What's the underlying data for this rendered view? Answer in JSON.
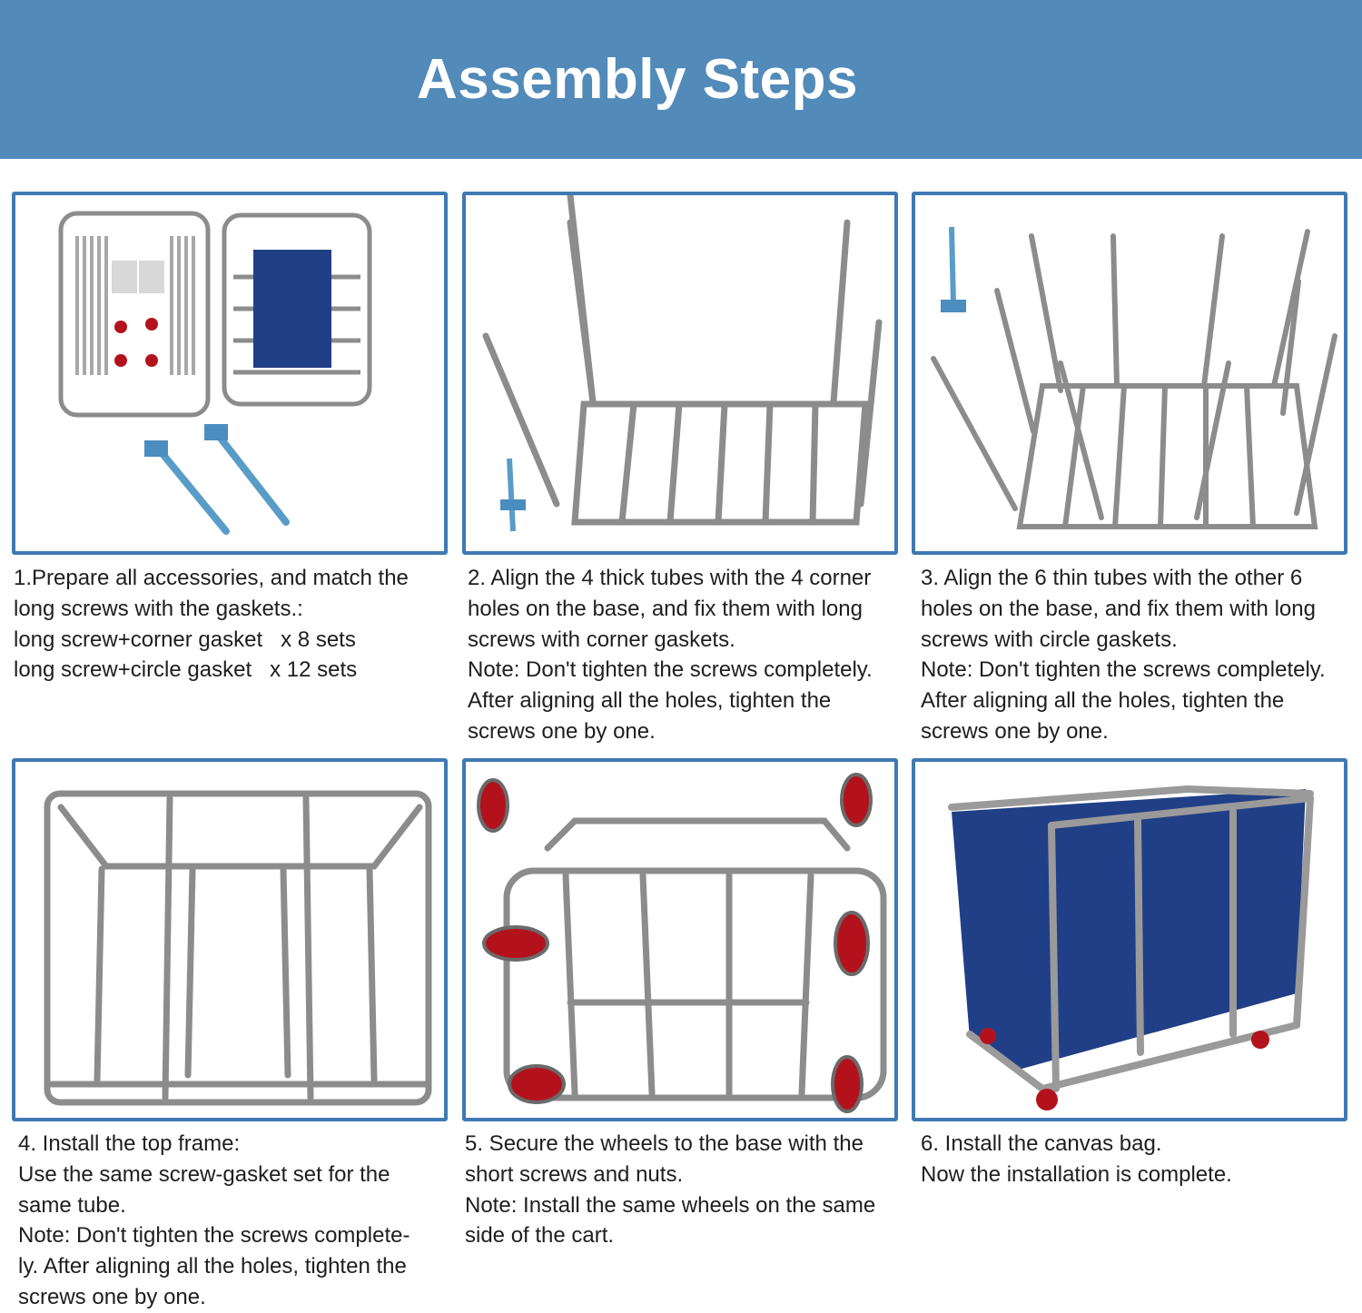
{
  "header": {
    "title": "Assembly Steps"
  },
  "colors": {
    "header_bg": "#528ab9",
    "panel_border": "#3f79b3",
    "canvas_bag": "#213f86",
    "wheel": "#b3121d",
    "steel": "#8c8c8c",
    "screw": "#5a9cc8"
  },
  "steps": [
    {
      "image": "accessories-kit-photo",
      "lines": [
        "1.Prepare all accessories, and match the",
        "long screws with the gaskets.:",
        "long screw+corner gasket   x 8 sets",
        "long screw+circle gasket   x 12 sets"
      ]
    },
    {
      "image": "thick-tubes-on-base-photo",
      "lines": [
        "2. Align the 4 thick tubes with the 4 corner",
        "holes on the base, and fix them with long",
        "screws with corner gaskets.",
        "Note: Don't tighten the screws completely.",
        "After aligning all the holes, tighten the",
        "screws one by one."
      ]
    },
    {
      "image": "thin-tubes-on-base-photo",
      "lines": [
        "3. Align the 6 thin tubes with the other 6",
        "holes on the base, and fix them with long",
        "screws with circle gaskets.",
        "Note: Don't tighten the screws completely.",
        "After aligning all the holes, tighten the",
        "screws one by one."
      ]
    },
    {
      "image": "top-frame-photo",
      "lines": [
        "4. Install the top frame:",
        "Use the same screw-gasket set for the",
        "same tube.",
        "Note: Don't tighten the screws complete-",
        "ly. After aligning all the holes, tighten the",
        "screws one by one."
      ]
    },
    {
      "image": "wheels-on-base-photo",
      "lines": [
        "5. Secure the wheels to the base with the",
        "short screws and nuts.",
        "Note: Install the same wheels on the same",
        "side of the cart."
      ]
    },
    {
      "image": "finished-cart-photo",
      "lines": [
        "6. Install the canvas bag.",
        "Now the installation is complete."
      ]
    }
  ]
}
